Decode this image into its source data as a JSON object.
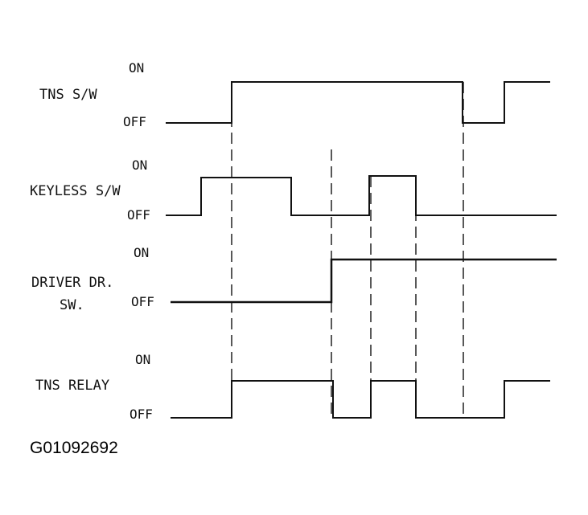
{
  "signals": [
    {
      "id": "tns-sw",
      "name_lines": [
        "TNS S/W"
      ],
      "on_label": "ON",
      "off_label": "OFF"
    },
    {
      "id": "keyless-sw",
      "name_lines": [
        "KEYLESS S/W"
      ],
      "on_label": "ON",
      "off_label": "OFF"
    },
    {
      "id": "driver-dr-sw",
      "name_lines": [
        "DRIVER DR.",
        "SW."
      ],
      "on_label": "ON",
      "off_label": "OFF"
    },
    {
      "id": "tns-relay",
      "name_lines": [
        "TNS RELAY"
      ],
      "on_label": "ON",
      "off_label": "OFF"
    }
  ],
  "figure_id": "G01092692",
  "colors": {
    "line": "#111111",
    "background": "#ffffff"
  }
}
